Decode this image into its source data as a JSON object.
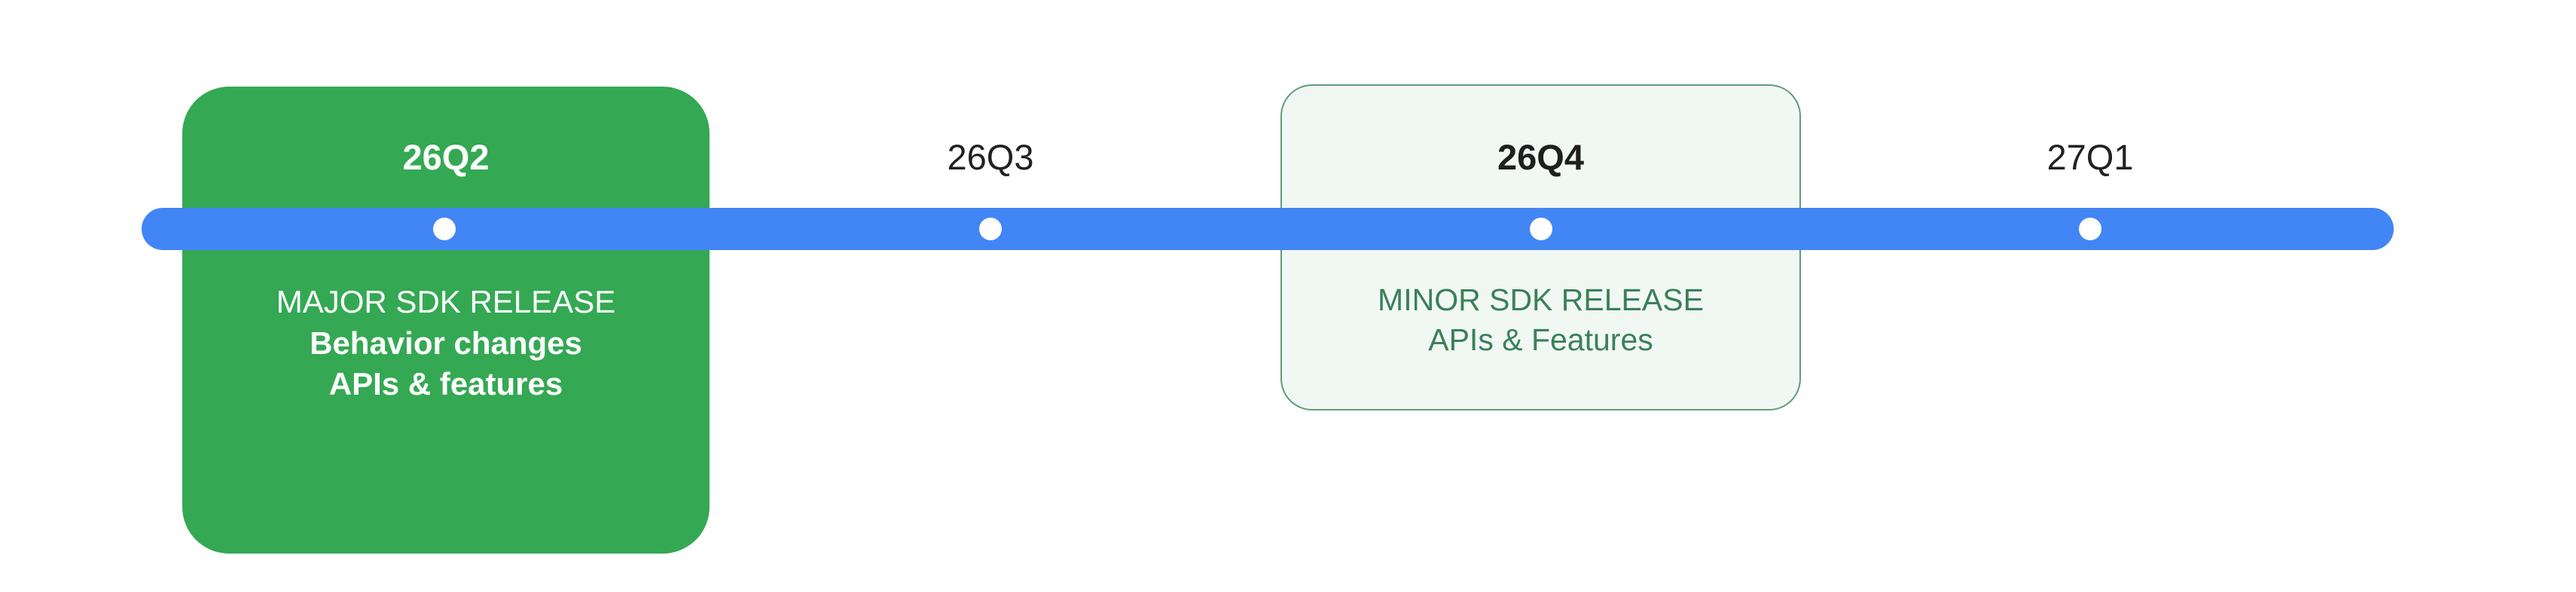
{
  "diagram": {
    "type": "timeline-roadmap",
    "colors": {
      "rail": "#4285F4",
      "dot": "#ffffff",
      "major_card_fill": "#34A853",
      "major_card_text": "#ffffff",
      "minor_card_fill": "#F1F7F2",
      "minor_card_border": "#5E9E7A",
      "minor_card_text": "#3A8159",
      "minor_card_title": "#1f1f1f",
      "plain_label_text": "#202124",
      "background": "#ffffff"
    },
    "milestones": [
      {
        "id": "26q2",
        "label": "26Q2",
        "style": "filled-green-card",
        "lines": [
          "MAJOR SDK RELEASE",
          "Behavior changes",
          "APIs & features"
        ]
      },
      {
        "id": "26q3",
        "label": "26Q3",
        "style": "plain-label",
        "lines": []
      },
      {
        "id": "26q4",
        "label": "26Q4",
        "style": "outlined-green-card",
        "lines": [
          "MINOR SDK RELEASE",
          "APIs & Features"
        ]
      },
      {
        "id": "27q1",
        "label": "27Q1",
        "style": "plain-label",
        "lines": []
      }
    ]
  }
}
